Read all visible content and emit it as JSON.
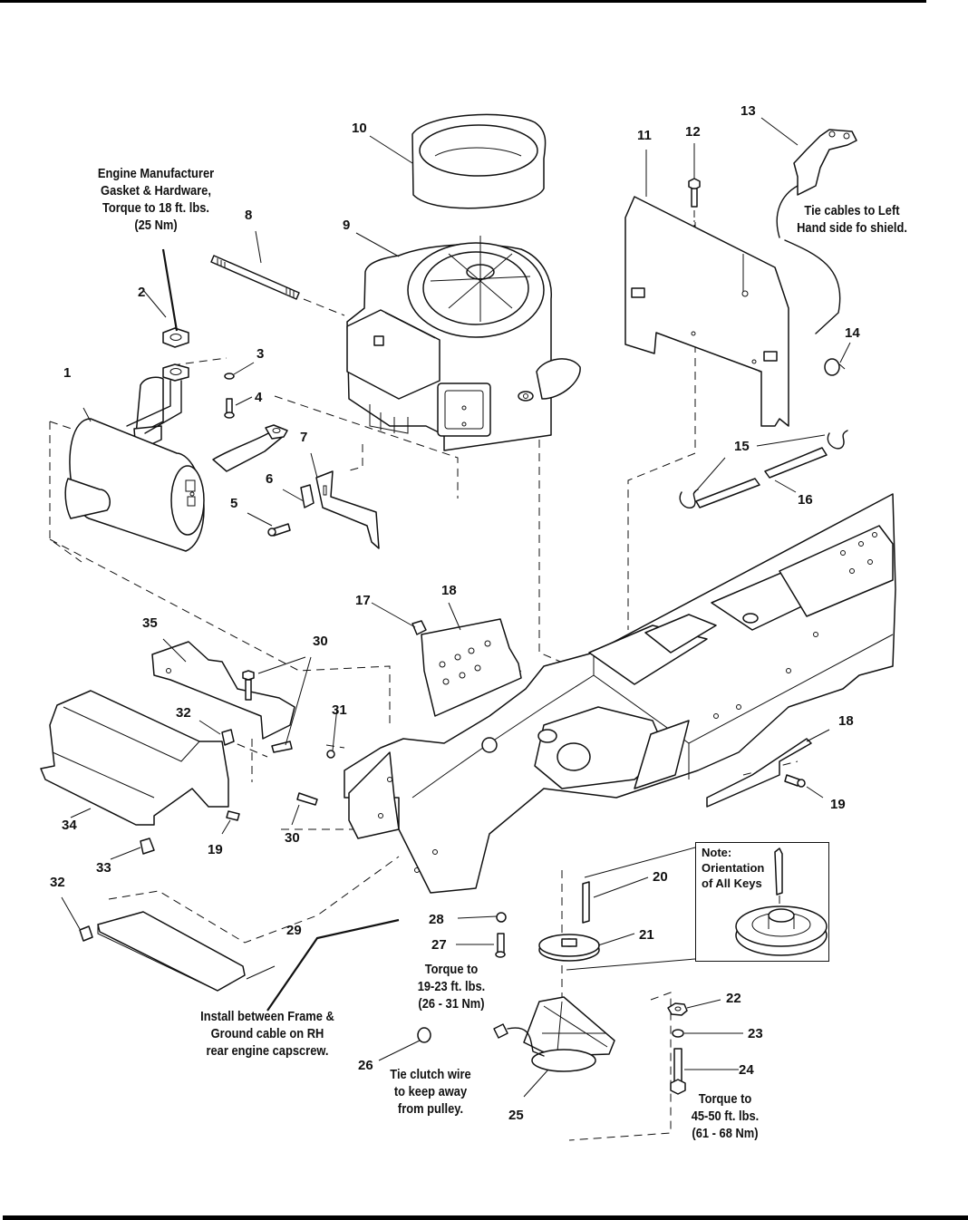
{
  "page": {
    "type": "parts-manual-exploded-view"
  },
  "callouts": [
    {
      "id": "1",
      "label": "1"
    },
    {
      "id": "2",
      "label": "2"
    },
    {
      "id": "3",
      "label": "3"
    },
    {
      "id": "4",
      "label": "4"
    },
    {
      "id": "5",
      "label": "5"
    },
    {
      "id": "6",
      "label": "6"
    },
    {
      "id": "7",
      "label": "7"
    },
    {
      "id": "8",
      "label": "8"
    },
    {
      "id": "9",
      "label": "9"
    },
    {
      "id": "10",
      "label": "10"
    },
    {
      "id": "11",
      "label": "11"
    },
    {
      "id": "12",
      "label": "12"
    },
    {
      "id": "13",
      "label": "13"
    },
    {
      "id": "14",
      "label": "14"
    },
    {
      "id": "15",
      "label": "15"
    },
    {
      "id": "16",
      "label": "16"
    },
    {
      "id": "17",
      "label": "17"
    },
    {
      "id": "18a",
      "label": "18"
    },
    {
      "id": "18b",
      "label": "18"
    },
    {
      "id": "19a",
      "label": "19"
    },
    {
      "id": "19b",
      "label": "19"
    },
    {
      "id": "20",
      "label": "20"
    },
    {
      "id": "21",
      "label": "21"
    },
    {
      "id": "22",
      "label": "22"
    },
    {
      "id": "23",
      "label": "23"
    },
    {
      "id": "24",
      "label": "24"
    },
    {
      "id": "25",
      "label": "25"
    },
    {
      "id": "26",
      "label": "26"
    },
    {
      "id": "27",
      "label": "27"
    },
    {
      "id": "28",
      "label": "28"
    },
    {
      "id": "29",
      "label": "29"
    },
    {
      "id": "30a",
      "label": "30"
    },
    {
      "id": "30b",
      "label": "30"
    },
    {
      "id": "31",
      "label": "31"
    },
    {
      "id": "32a",
      "label": "32"
    },
    {
      "id": "32b",
      "label": "32"
    },
    {
      "id": "33",
      "label": "33"
    },
    {
      "id": "34",
      "label": "34"
    },
    {
      "id": "35",
      "label": "35"
    }
  ],
  "notes": {
    "engine_gasket": "Engine Manufacturer\nGasket & Hardware,\nTorque to 18 ft. lbs.\n(25 Nm)",
    "tie_cables": "Tie cables to Left\nHand side fo shield.",
    "key_orientation": "Note:\nOrientation\nof All Keys",
    "torque_27": "Torque to\n19-23 ft. lbs.\n(26 - 31 Nm)",
    "ground_cable": "Install between Frame &\nGround cable on RH\nrear engine capscrew.",
    "tie_clutch": "Tie clutch wire\nto keep away\nfrom pulley.",
    "torque_24": "Torque to\n45-50 ft. lbs.\n(61 - 68 Nm)"
  },
  "parts": {
    "muffler": "muffler-icon",
    "gasket": "gasket-icon",
    "engine": "engine-icon",
    "air_cleaner_ring": "ring-cover-icon",
    "heat_shield": "shield-panel-icon",
    "throttle_control": "throttle-control-icon",
    "frame": "tractor-frame-icon",
    "pulley": "pulley-icon",
    "pto_clutch": "electric-clutch-icon"
  }
}
